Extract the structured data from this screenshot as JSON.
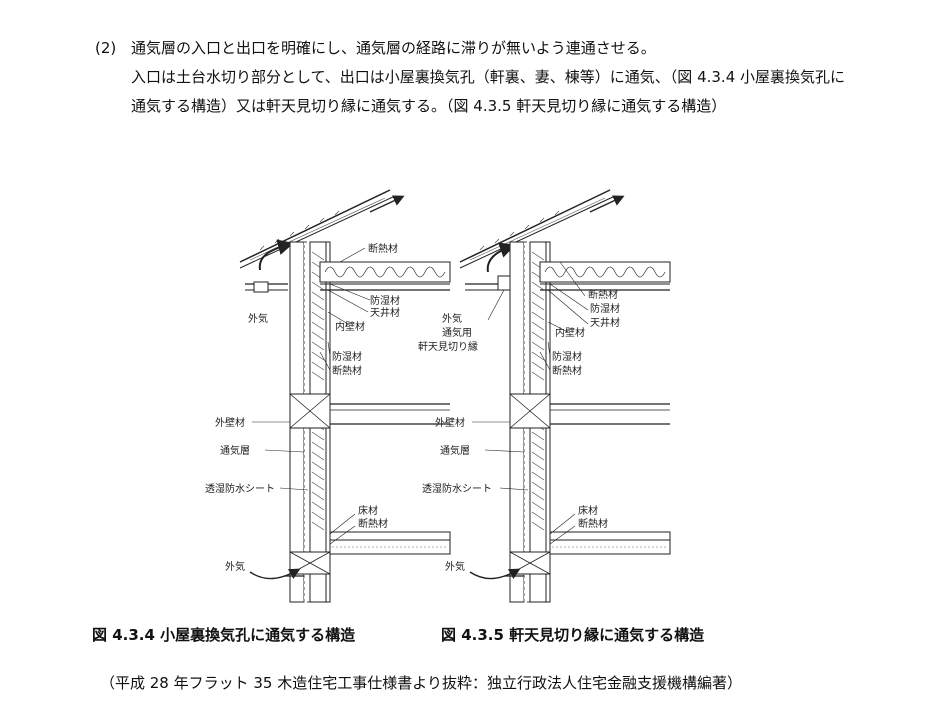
{
  "paragraph": {
    "number": "(2)",
    "line1": "通気層の入口と出口を明確にし、通気層の経路に滞りが無いよう連通させる。",
    "body": "入口は土台水切り部分として、出口は小屋裏換気孔（軒裏、妻、棟等）に通気、（図 4.3.4 小屋裏換気孔に通気する構造）又は軒天見切り縁に通気する。（図 4.3.5 軒天見切り縁に通気する構造）"
  },
  "figure_left": {
    "caption": "図 4.3.4 小屋裏換気孔に通気する構造",
    "labels": {
      "insulation_top": "断熱材",
      "vapor_barrier_top": "防湿材",
      "ceiling": "天井材",
      "interior_wall": "内壁材",
      "outside_air_top": "外気",
      "vapor_barrier_mid": "防湿材",
      "insulation_mid": "断熱材",
      "exterior_wall": "外壁材",
      "air_layer": "通気層",
      "breathable_sheet": "透湿防水シート",
      "floor": "床材",
      "insulation_floor": "断熱材",
      "outside_air_bottom": "外気"
    }
  },
  "figure_right": {
    "caption": "図 4.3.5 軒天見切り縁に通気する構造",
    "labels": {
      "insulation_top": "断熱材",
      "vapor_barrier_top": "防湿材",
      "ceiling": "天井材",
      "outside_air_top": "外気",
      "vent_edge_1": "通気用",
      "vent_edge_2": "軒天見切り縁",
      "interior_wall": "内壁材",
      "vapor_barrier_mid": "防湿材",
      "insulation_mid": "断熱材",
      "exterior_wall": "外壁材",
      "air_layer": "通気層",
      "breathable_sheet": "透湿防水シート",
      "floor": "床材",
      "insulation_floor": "断熱材",
      "outside_air_bottom": "外気"
    }
  },
  "source_note": "（平成 28 年フラット 35 木造住宅工事仕様書より抜粋：独立行政法人住宅金融支援機構編著）"
}
